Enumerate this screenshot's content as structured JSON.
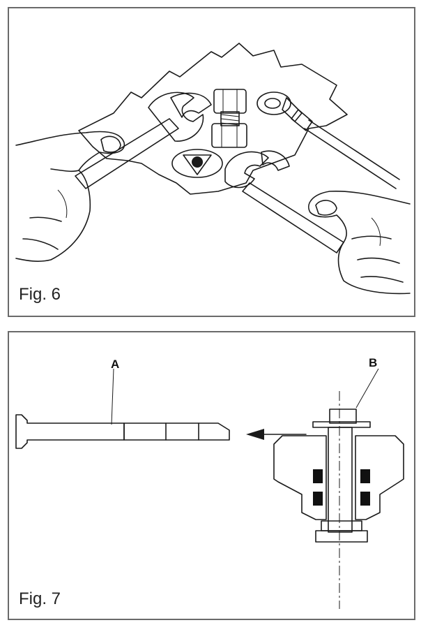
{
  "figures": {
    "fig6": {
      "caption": "Fig. 6"
    },
    "fig7": {
      "caption": "Fig. 7",
      "label_a": "A",
      "label_b": "B"
    }
  }
}
